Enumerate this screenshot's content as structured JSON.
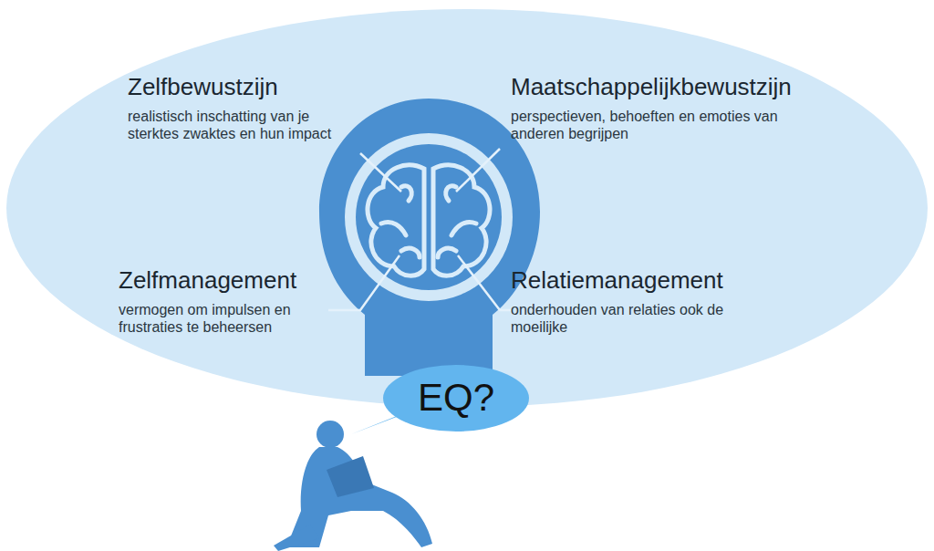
{
  "diagram": {
    "nodes": [
      {
        "text": [
          "EQ?"
        ]
      }
    ],
    "labels": [
      "Zelfbewustzijn",
      "realistisch inschatting van je sterktes zwaktes en hun impact",
      "Maatschappelijkbewustzijn",
      "perspectieven, behoeften en emoties van anderen begrijpen",
      "Zelfmanagement",
      "vermogen om impulsen en frustraties te beheersen",
      "Relatiemanagement",
      "onderhouden van relaties ook de moeilijke"
    ]
  }
}
